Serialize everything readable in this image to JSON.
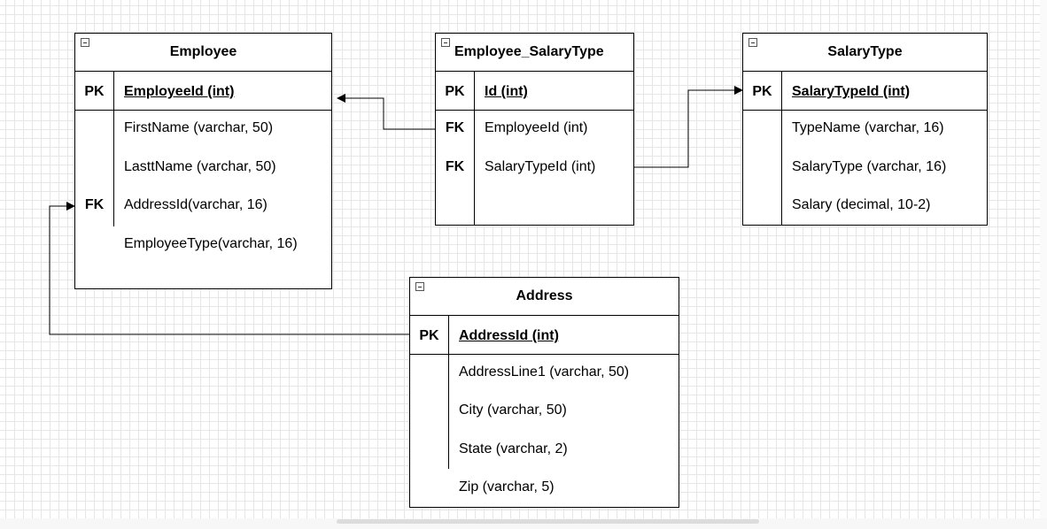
{
  "colors": {
    "line": "#000000",
    "grid": "#e6e6e6",
    "background": "#ffffff"
  },
  "entities": {
    "employee": {
      "title": "Employee",
      "pk_label": "PK",
      "pk_field": "EmployeeId (int)",
      "fields": [
        {
          "key": "",
          "name": "FirstName (varchar, 50)"
        },
        {
          "key": "",
          "name": "LasttName (varchar, 50)"
        },
        {
          "key": "FK",
          "name": "AddressId(varchar, 16)"
        },
        {
          "key": "",
          "name": "EmployeeType(varchar, 16)"
        }
      ]
    },
    "employee_salarytype": {
      "title": "Employee_SalaryType",
      "pk_label": "PK",
      "pk_field": "Id (int)",
      "fields": [
        {
          "key": "FK",
          "name": "EmployeeId (int)"
        },
        {
          "key": "FK",
          "name": "SalaryTypeId (int)"
        }
      ]
    },
    "salarytype": {
      "title": "SalaryType",
      "pk_label": "PK",
      "pk_field": "SalaryTypeId (int)",
      "fields": [
        {
          "key": "",
          "name": "TypeName (varchar, 16)"
        },
        {
          "key": "",
          "name": "SalaryType (varchar, 16)"
        },
        {
          "key": "",
          "name": "Salary (decimal, 10-2)"
        }
      ]
    },
    "address": {
      "title": "Address",
      "pk_label": "PK",
      "pk_field": "AddressId (int)",
      "fields": [
        {
          "key": "",
          "name": "AddressLine1 (varchar, 50)"
        },
        {
          "key": "",
          "name": "City (varchar, 50)"
        },
        {
          "key": "",
          "name": "State (varchar, 2)"
        },
        {
          "key": "",
          "name": "Zip (varchar, 5)"
        }
      ]
    }
  },
  "icons": {
    "collapse": "collapse-minus-icon",
    "arrow": "arrowhead-icon"
  }
}
